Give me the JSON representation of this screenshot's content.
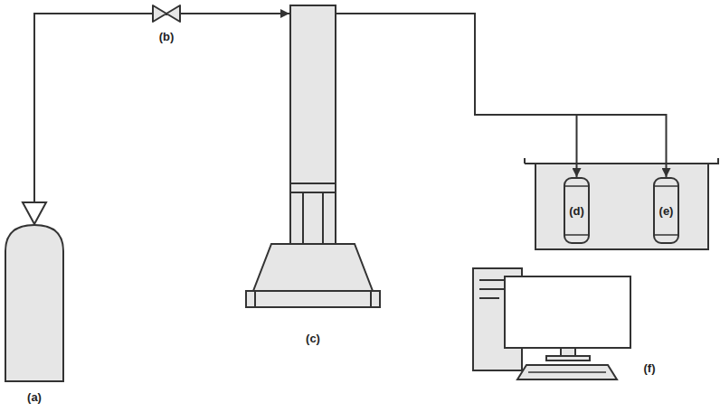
{
  "diagram": {
    "nodes": [
      {
        "text": [
          "(a)"
        ]
      },
      {
        "text": [
          "(b)"
        ]
      },
      {
        "text": [
          "(c)"
        ]
      },
      {
        "text": [
          "(d)"
        ]
      },
      {
        "text": [
          "(e)"
        ]
      },
      {
        "text": [
          "(f)"
        ]
      }
    ],
    "edges": [
      {
        "from": 1,
        "to": 0,
        "arrow": "to"
      },
      {
        "from": 1,
        "to": 2,
        "arrow": "to"
      },
      {
        "from": 2,
        "to": 3,
        "arrow": "to"
      },
      {
        "from": 2,
        "to": 4,
        "arrow": "to"
      }
    ]
  }
}
